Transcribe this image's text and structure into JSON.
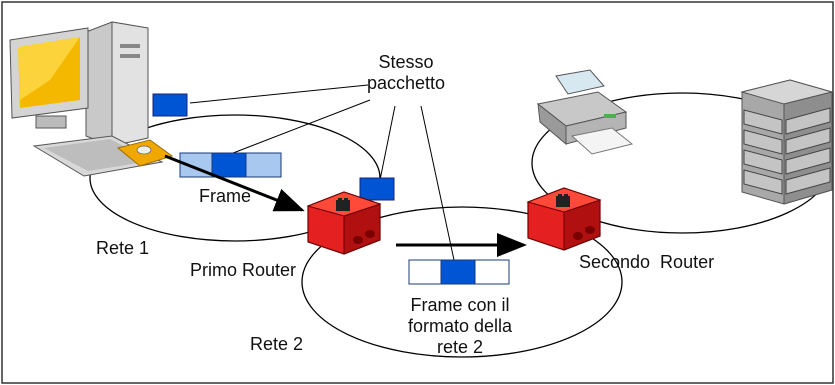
{
  "labels": {
    "stesso_line1": "Stesso",
    "stesso_line2": "pacchetto",
    "frame": "Frame",
    "rete1": "Rete 1",
    "primo_router": "Primo Router",
    "secondo_router": "Secondo  Router",
    "rete2": "Rete 2",
    "frame2_line1": "Frame con il",
    "frame2_line2": "formato della",
    "frame2_line3": "rete 2"
  },
  "icons": {
    "computer": "desktop-computer-icon",
    "printer": "printer-icon",
    "server": "server-rack-icon",
    "router": "router-icon"
  },
  "colors": {
    "packet": "#0055d4",
    "frame_light": "#a8c8f0",
    "router_red": "#e52020",
    "router_dark": "#8b0000",
    "network_outline": "#000000"
  }
}
